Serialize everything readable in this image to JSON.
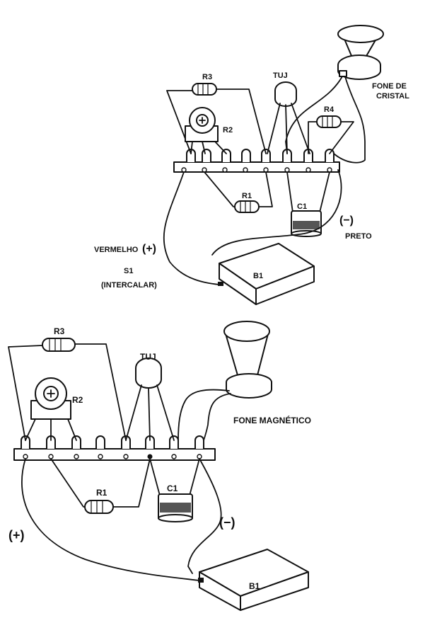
{
  "top": {
    "labels": {
      "r3": "R3",
      "tuj": "TUJ",
      "phone": "FONE DE\nCRISTAL",
      "r2": "R2",
      "r4": "R4",
      "r1": "R1",
      "c1": "C1",
      "minus": "(−)",
      "black": "PRETO",
      "red": "VERMELHO",
      "plus": "(+)",
      "s1": "S1",
      "s1_note": "(INTERCALAR)",
      "battery": "B1"
    }
  },
  "bottom": {
    "labels": {
      "r3": "R3",
      "tuj": "TUJ",
      "r2": "R2",
      "phone": "FONE MAGNÉTICO",
      "r1": "R1",
      "c1": "C1",
      "minus": "(−)",
      "plus": "(+)",
      "battery": "B1"
    }
  },
  "colors": {
    "ink": "#111111",
    "paper": "#ffffff"
  }
}
